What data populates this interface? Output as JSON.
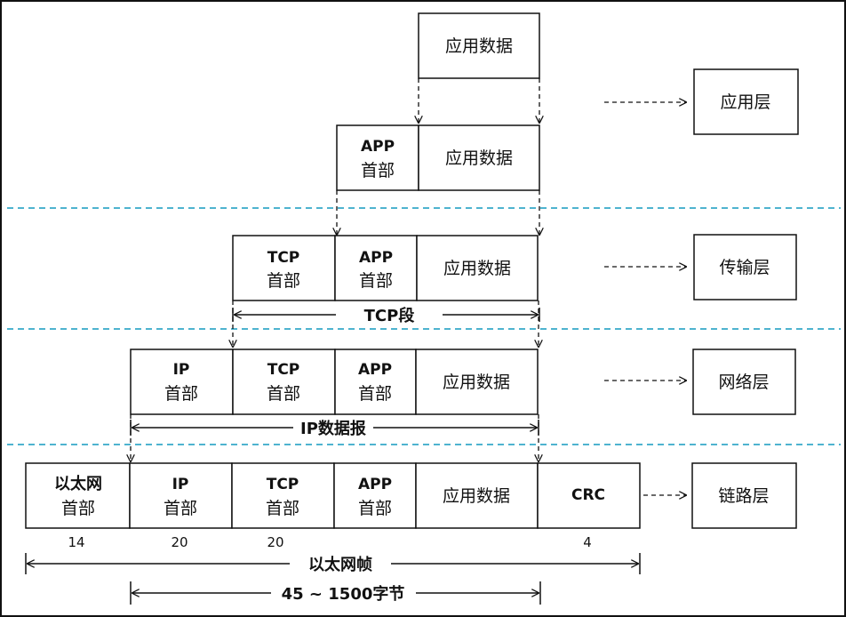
{
  "layers": {
    "application": "应用层",
    "transport": "传输层",
    "network": "网络层",
    "link": "链路层"
  },
  "blocks": {
    "app_data": "应用数据",
    "app_header_top": "APP",
    "app_header_bottom": "首部",
    "tcp_header_top": "TCP",
    "tcp_header_bottom": "首部",
    "ip_header_top": "IP",
    "ip_header_bottom": "首部",
    "eth_header_top": "以太网",
    "eth_header_bottom": "首部",
    "crc": "CRC"
  },
  "spans": {
    "tcp_segment": "TCP段",
    "ip_datagram": "IP数据报",
    "ethernet_frame": "以太网帧",
    "payload_range": "45 ~ 1500字节"
  },
  "sizes": {
    "eth_header": "14",
    "ip_header": "20",
    "tcp_header": "20",
    "crc": "4"
  },
  "colors": {
    "separator": "#4eb3cf",
    "stroke": "#111111"
  }
}
